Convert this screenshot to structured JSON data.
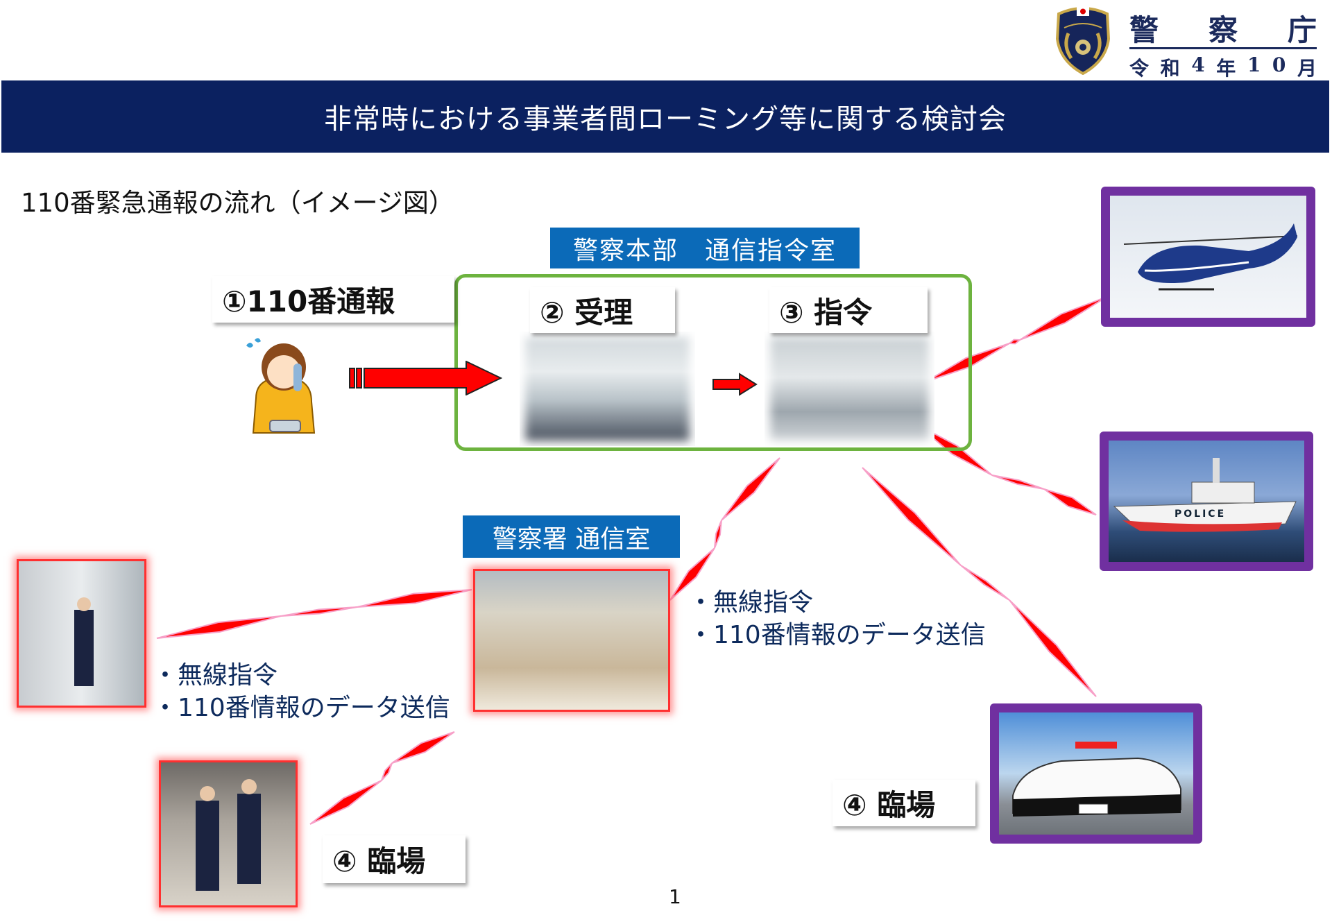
{
  "header": {
    "title": "非常時における事業者間ローミング等に関する検討会",
    "agency_chars": [
      "警",
      "察",
      "庁"
    ],
    "date_chars": [
      "令",
      "和",
      "4",
      "年",
      "1",
      "0",
      "月"
    ],
    "logo_text": "警察庁"
  },
  "subtitle": "110番緊急通報の流れ（イメージ図）",
  "hq_label": "警察本部　通信指令室",
  "station_label": "警察署 通信室",
  "steps": {
    "call": "①110番通報",
    "receive": "② 受理",
    "command": "③ 指令",
    "dispatch_left": "④ 臨場",
    "dispatch_right": "④ 臨場"
  },
  "bullets_right": [
    "・無線指令",
    "・110番情報のデータ送信"
  ],
  "bullets_left": [
    "・無線指令",
    "・110番情報のデータ送信"
  ],
  "boat_text": "POLICE",
  "page_number": "1",
  "colors": {
    "navy": "#0b2160",
    "blue": "#0b6ab8",
    "green": "#6db33f",
    "purple": "#7030a0",
    "red": "#ff0000"
  }
}
